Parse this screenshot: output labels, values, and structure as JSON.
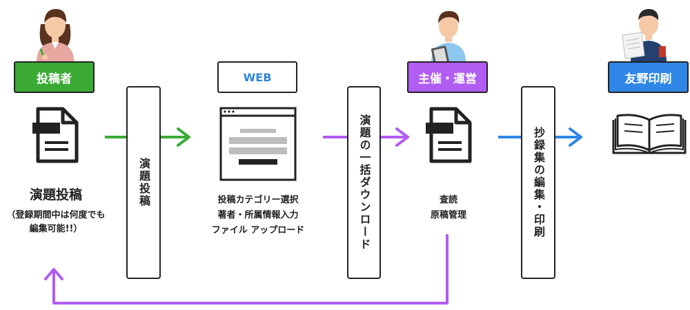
{
  "roles": {
    "submitter": "投稿者",
    "web": "WEB",
    "organizer": "主催・運営",
    "printer": "友野印刷"
  },
  "steps": {
    "submit": "演題投稿",
    "bulk_download": "演題の一括ダウンロード",
    "abstract_print": "抄録集の編集・印刷"
  },
  "submitter_text": {
    "title": "演題投稿",
    "note_line1": "（登録期間中は何度でも",
    "note_line2": "編集可能!!）"
  },
  "web_text": {
    "line1": "投稿カテゴリー選択",
    "line2": "著者・所属情報入力",
    "line3": "ファイル アップロード"
  },
  "organizer_text": {
    "line1": "査読",
    "line2": "原稿管理"
  },
  "colors": {
    "green": "#3aaa35",
    "purple": "#b15cf2",
    "blue": "#2f86e6",
    "web_text": "#2f86d6"
  },
  "icons": {
    "submitter_avatar": "woman-writing-icon",
    "organizer_avatar": "person-tablet-icon",
    "printer_avatar": "man-with-paper-icon",
    "document": "document-icon",
    "browser": "browser-window-icon",
    "book": "open-book-icon"
  }
}
